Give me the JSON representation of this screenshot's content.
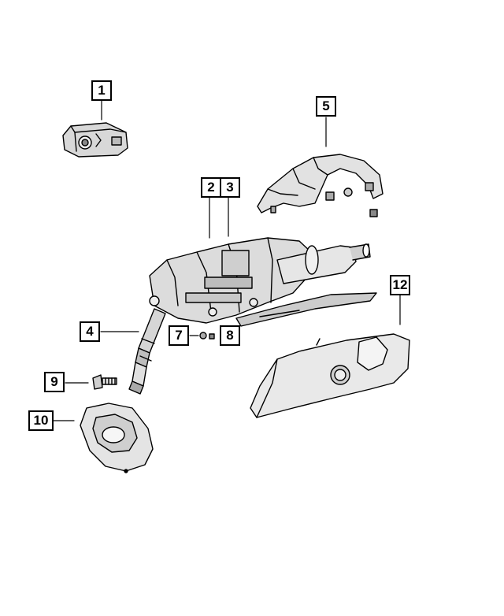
{
  "callouts": [
    {
      "id": "1",
      "label": "1"
    },
    {
      "id": "2",
      "label": "2"
    },
    {
      "id": "3",
      "label": "3"
    },
    {
      "id": "4",
      "label": "4"
    },
    {
      "id": "5",
      "label": "5"
    },
    {
      "id": "7",
      "label": "7"
    },
    {
      "id": "8",
      "label": "8"
    },
    {
      "id": "9",
      "label": "9"
    },
    {
      "id": "10",
      "label": "10"
    },
    {
      "id": "12",
      "label": "12"
    }
  ]
}
